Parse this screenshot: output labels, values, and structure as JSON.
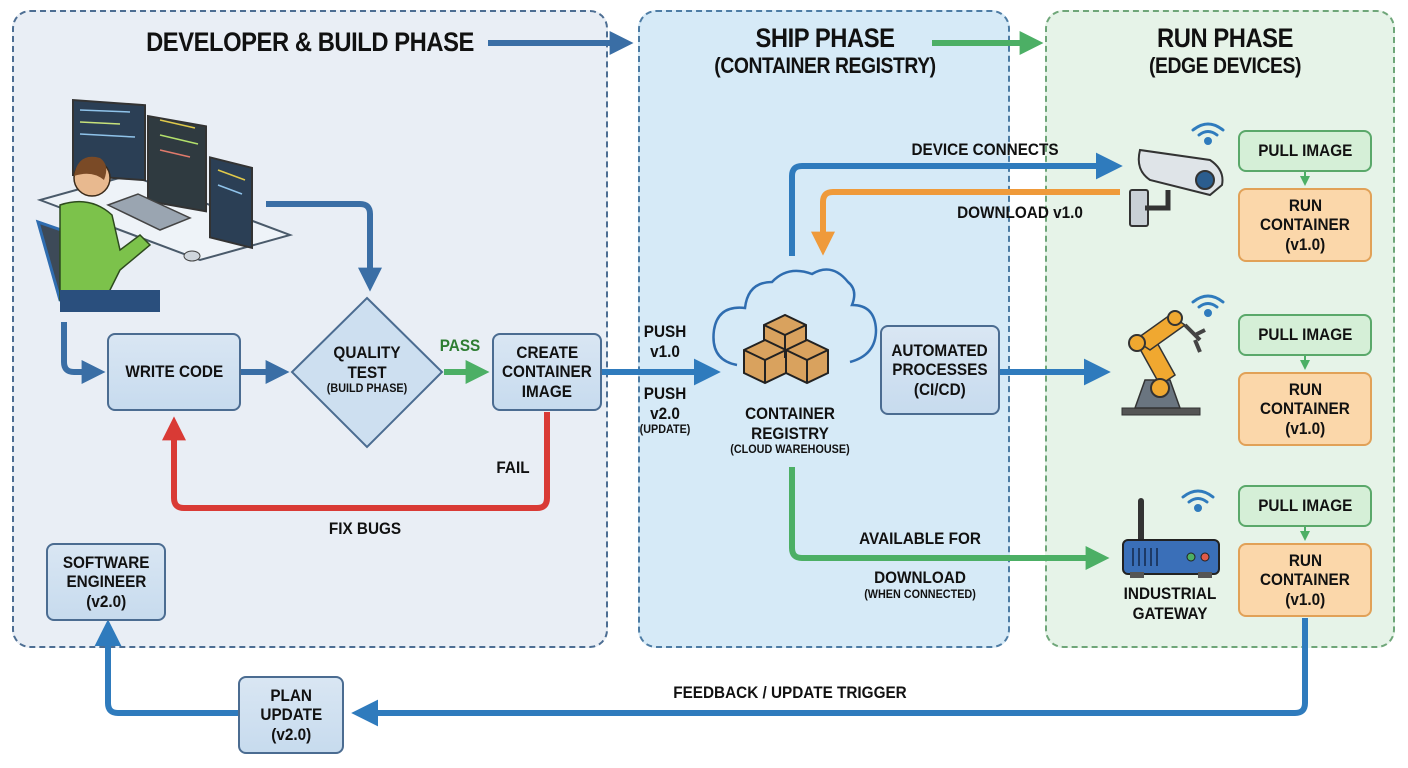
{
  "phases": {
    "dev": {
      "title": "DEVELOPER & BUILD PHASE"
    },
    "ship": {
      "title": "SHIP PHASE",
      "subtitle": "(CONTAINER REGISTRY)"
    },
    "run": {
      "title": "RUN PHASE",
      "subtitle": "(EDGE DEVICES)"
    }
  },
  "dev": {
    "write_code": "WRITE CODE",
    "quality_test": {
      "line1": "QUALITY",
      "line2": "TEST",
      "line3": "(BUILD PHASE)"
    },
    "pass_label": "PASS",
    "create_image": {
      "line1": "CREATE",
      "line2": "CONTAINER",
      "line3": "IMAGE"
    },
    "fail_label": "FAIL",
    "fix_bugs_label": "FIX BUGS",
    "software_engineer": {
      "line1": "SOFTWARE",
      "line2": "ENGINEER",
      "line3": "(v2.0)"
    }
  },
  "ship": {
    "push1": {
      "line1": "PUSH",
      "line2": "v1.0"
    },
    "push2": {
      "line1": "PUSH",
      "line2": "v2.0",
      "line3": "(UPDATE)"
    },
    "registry": {
      "line1": "CONTAINER",
      "line2": "REGISTRY",
      "line3": "(CLOUD WAREHOUSE)"
    },
    "automated": {
      "line1": "AUTOMATED",
      "line2": "PROCESSES",
      "line3": "(CI/CD)"
    },
    "device_connects": "DEVICE CONNECTS",
    "download_v1": "DOWNLOAD v1.0",
    "available_for": "AVAILABLE FOR",
    "download": "DOWNLOAD",
    "when_connected": "(WHEN CONNECTED)"
  },
  "run": {
    "devices": [
      {
        "name": "camera-device",
        "pull": "PULL IMAGE",
        "run": {
          "line1": "RUN",
          "line2": "CONTAINER",
          "line3": "(v1.0)"
        }
      },
      {
        "name": "robot-arm-device",
        "pull": "PULL IMAGE",
        "run": {
          "line1": "RUN",
          "line2": "CONTAINER",
          "line3": "(v1.0)"
        }
      },
      {
        "name": "gateway-device",
        "label1": "INDUSTRIAL",
        "label2": "GATEWAY",
        "pull": "PULL IMAGE",
        "run": {
          "line1": "RUN",
          "line2": "CONTAINER",
          "line3": "(v1.0)"
        }
      }
    ]
  },
  "feedback": {
    "label": "FEEDBACK / UPDATE TRIGGER",
    "plan_update": {
      "line1": "PLAN",
      "line2": "UPDATE",
      "line3": "(v2.0)"
    }
  },
  "colors": {
    "blue_arrow": "#3a6ea5",
    "green_arrow": "#4caf65",
    "red_arrow": "#d93a35",
    "orange_arrow": "#ef9a3a",
    "pass_text": "#2e7d32"
  }
}
